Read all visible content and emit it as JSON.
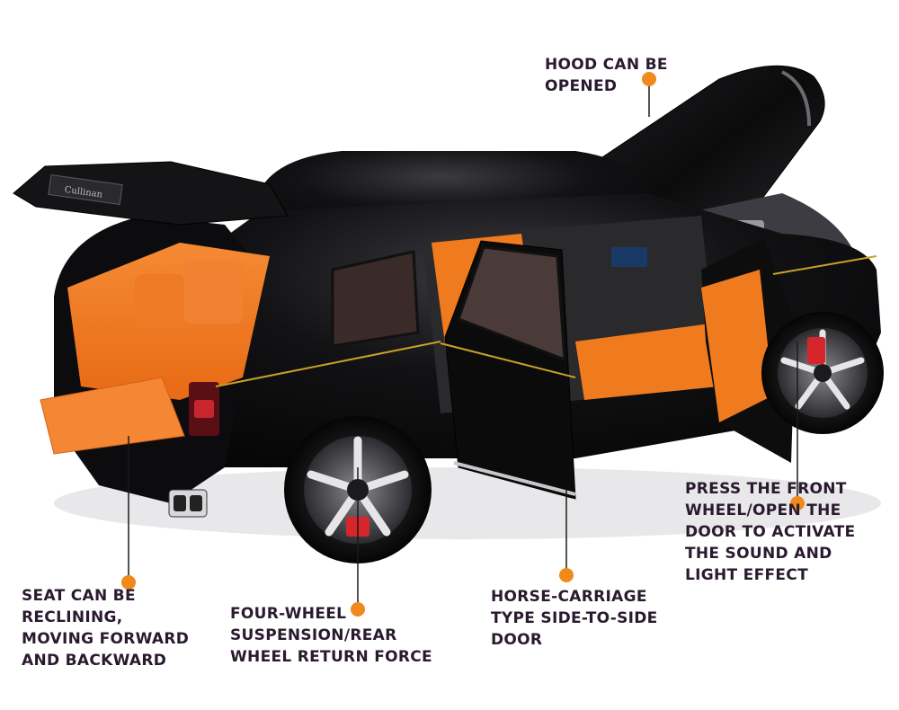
{
  "colors": {
    "callout_text": "#2a1a2e",
    "callout_dot": "#f08a1c",
    "leader_line": "#1a1a1a",
    "car_body": "#0d0d0f",
    "interior": "#f07a1e",
    "wheel_accent": "#d7262b",
    "trim_line": "#c9a227"
  },
  "product": {
    "badge_text": "Cullinan"
  },
  "callouts": {
    "hood": "HOOD CAN BE\nOPENED",
    "front_wheel": "PRESS THE FRONT\nWHEEL/OPEN THE\nDOOR TO ACTIVATE\nTHE SOUND AND\nLIGHT EFFECT",
    "door": "HORSE-CARRIAGE\nTYPE SIDE-TO-SIDE\nDOOR",
    "suspension": "FOUR-WHEEL\nSUSPENSION/REAR\nWHEEL RETURN FORCE",
    "seat": "SEAT CAN BE\nRECLINING,\nMOVING FORWARD\nAND BACKWARD"
  }
}
